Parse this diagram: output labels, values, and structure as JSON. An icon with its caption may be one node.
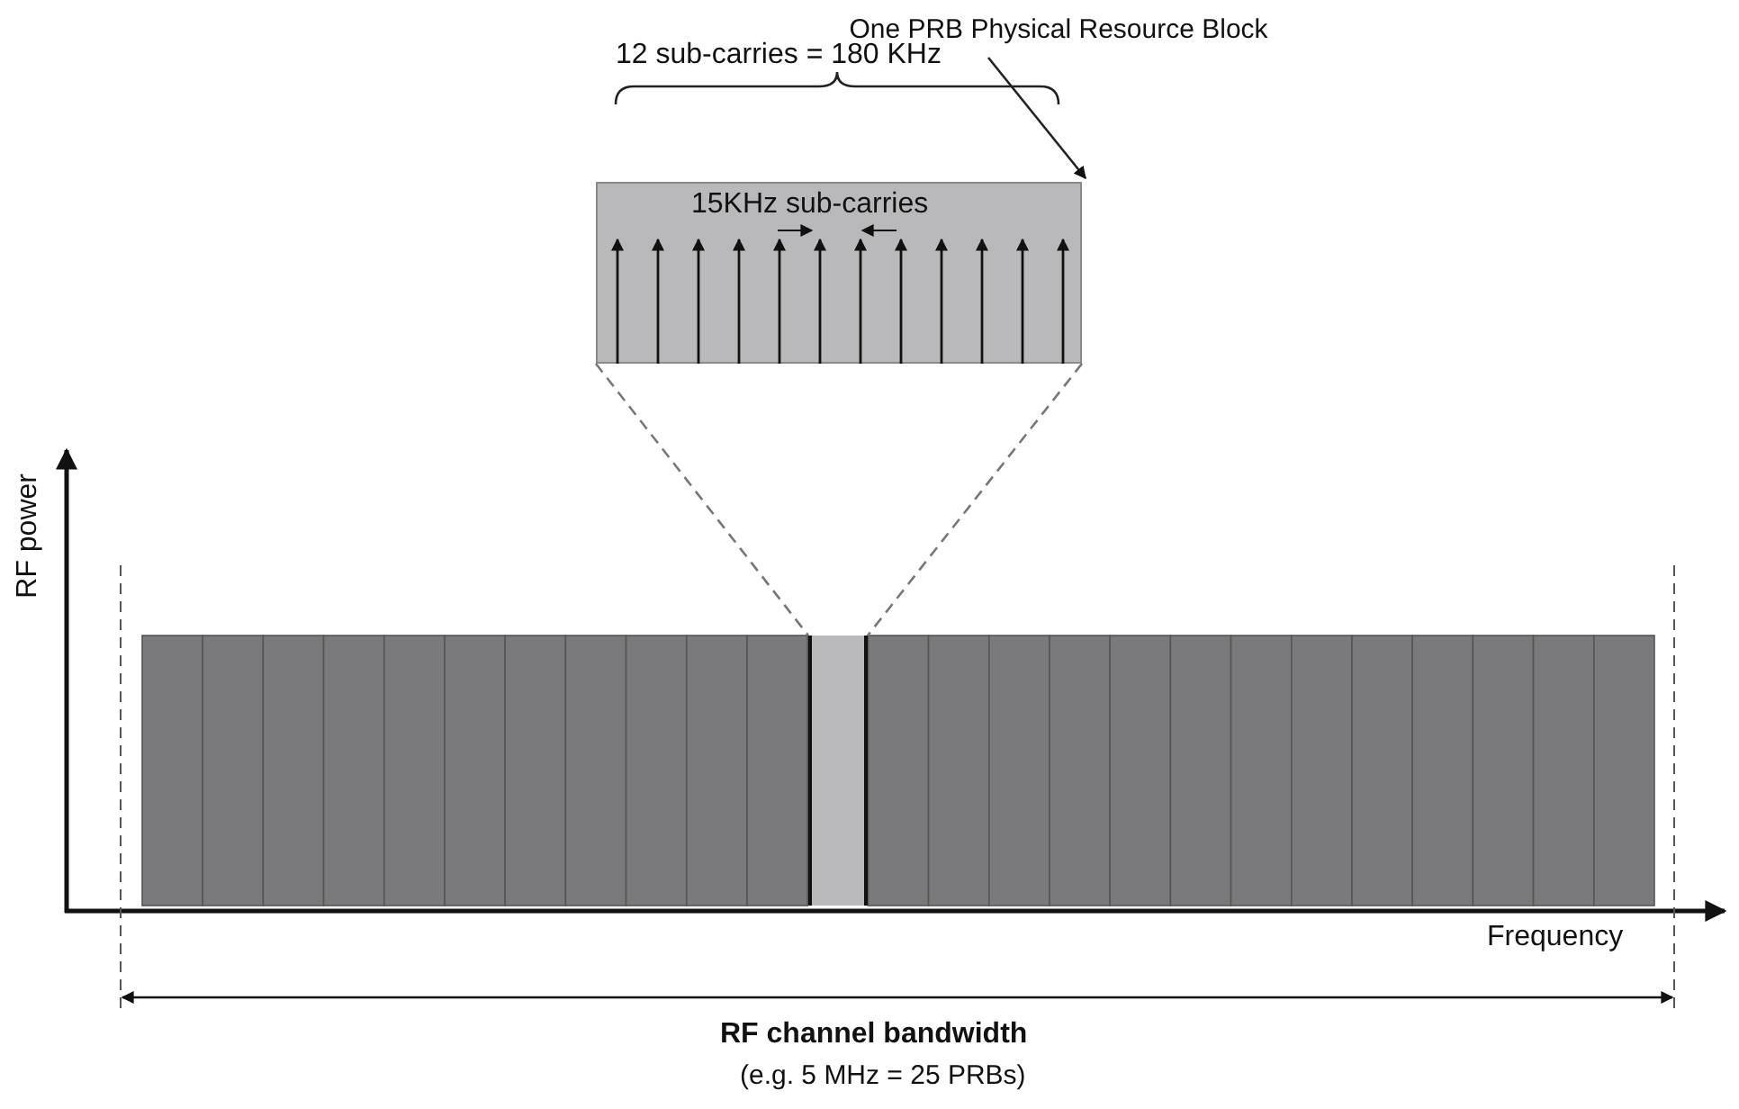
{
  "diagram": {
    "nodes": [
      {
        "text": [
          "One PRB Physical Resource Block"
        ]
      },
      {
        "text": [
          "15KHz sub-carries"
        ]
      },
      {
        "text": [],
        "shape": "bar"
      }
    ],
    "edges": [
      {
        "from": 0,
        "to": 1,
        "arrow": "to"
      },
      {
        "from": 1,
        "to": 2,
        "arrow": "none",
        "style": "dashed"
      },
      {
        "from": 1,
        "to": 2,
        "arrow": "none",
        "style": "dashed"
      }
    ],
    "labels": [
      "12 sub-carries = 180 KHz",
      "RF power",
      "Frequency",
      "RF channel bandwidth",
      "(e.g. 5 MHz = 25 PRBs)"
    ]
  }
}
